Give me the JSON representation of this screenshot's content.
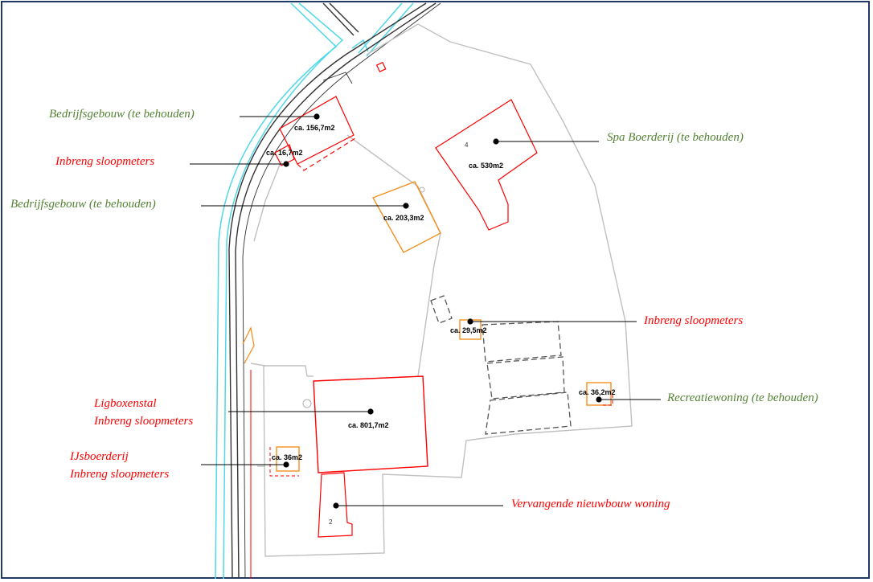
{
  "colors": {
    "existing_keep": "#548235",
    "demolish": "#ff0000",
    "orange_building": "#f4901e",
    "water": "#4fd8e8",
    "road": "#333333",
    "parcel": "#c0c0c0"
  },
  "buildings": {
    "b1": "ca. 156,7m2",
    "b2": "ca. 16,7m2",
    "b3": "ca. 203,3m2",
    "b4": "ca. 530m2",
    "b5": "ca. 29,5m2",
    "b6": "ca. 36,2m2",
    "b7": "ca. 801,7m2",
    "b8": "ca. 36m2",
    "num_4": "4",
    "num_2": "2"
  },
  "labels": {
    "bedrijfsgebouw_top": "Bedrijfsgebouw (te behouden)",
    "inbreng_left": "Inbreng sloopmeters",
    "bedrijfsgebouw_mid": "Bedrijfsgebouw (te behouden)",
    "spa": "Spa Boerderij (te behouden)",
    "inbreng_right": "Inbreng sloopmeters",
    "recreatie": "Recreatiewoning (te behouden)",
    "ligbox_line1": "Ligboxenstal",
    "ligbox_line2": "Inbreng sloopmeters",
    "ijs_line1": "IJsboerderij",
    "ijs_line2": "Inbreng sloopmeters",
    "nieuwbouw": "Vervangende nieuwbouw woning"
  }
}
